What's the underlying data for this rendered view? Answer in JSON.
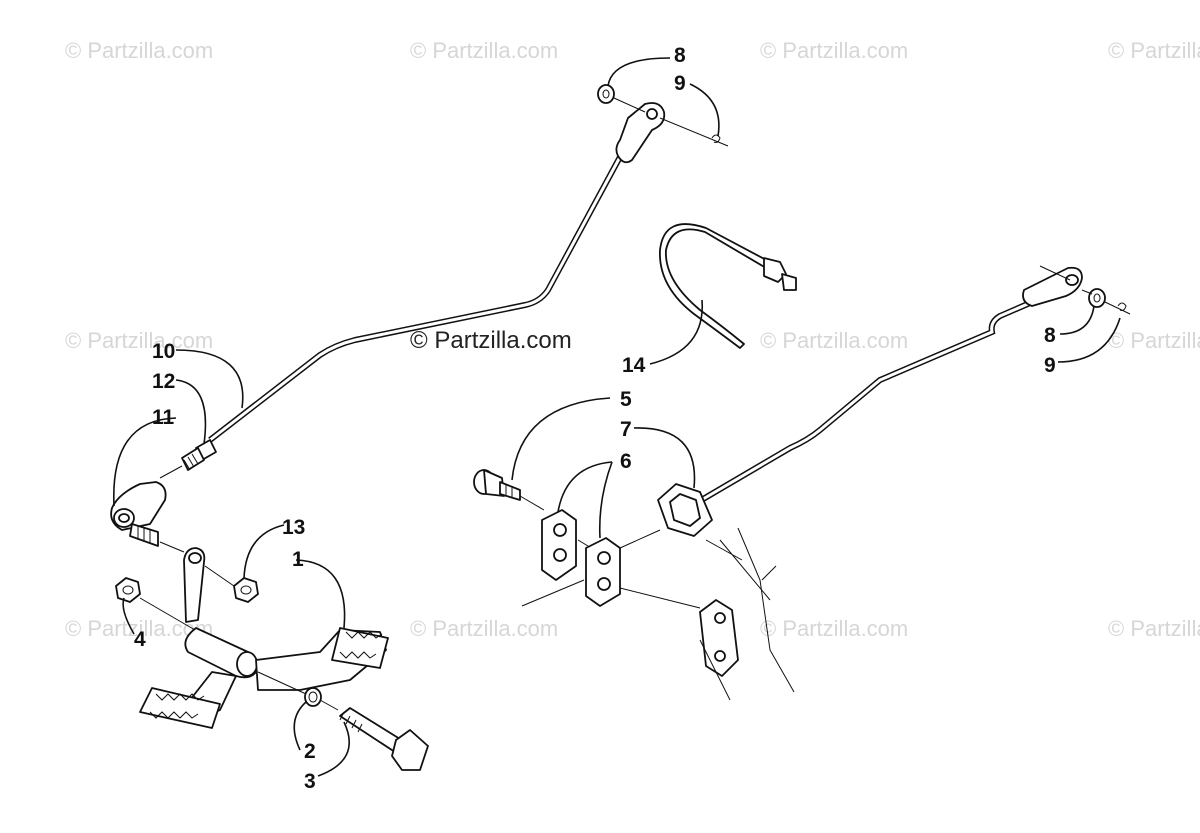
{
  "watermark": {
    "repeat_text": "© Partzilla.com",
    "center_text": "© Partzilla.com"
  },
  "callouts": {
    "c1": "1",
    "c2": "2",
    "c3": "3",
    "c4": "4",
    "c5": "5",
    "c6": "6",
    "c7": "7",
    "c8a": "8",
    "c9a": "9",
    "c8b": "8",
    "c9b": "9",
    "c10": "10",
    "c11": "11",
    "c12": "12",
    "c13": "13",
    "c14": "14"
  }
}
